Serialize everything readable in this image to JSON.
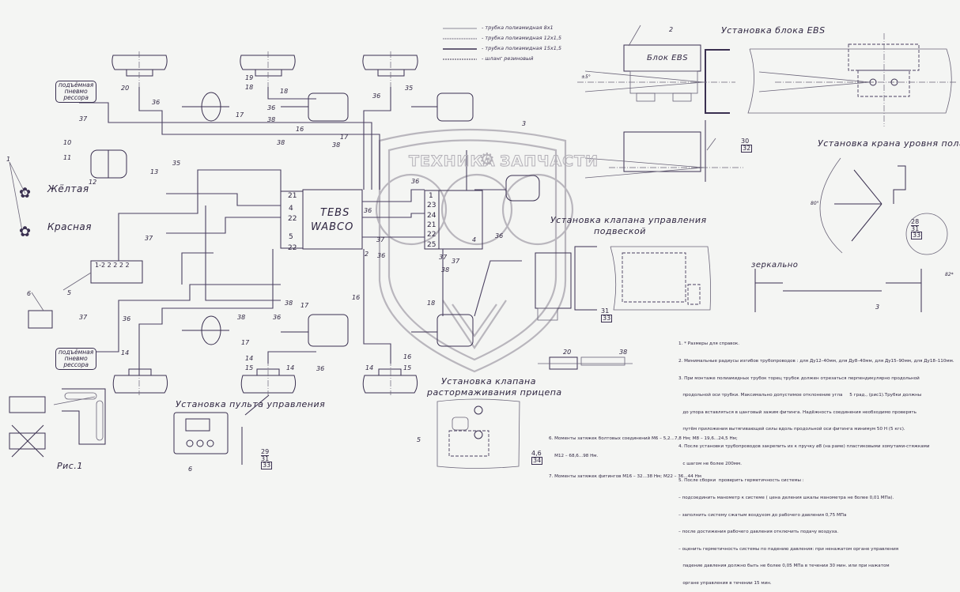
{
  "legend": [
    {
      "style": "thin",
      "label": "- трубка полиамидная 8х1"
    },
    {
      "style": "medium",
      "label": "- трубка полиамидная 12х1,5"
    },
    {
      "style": "thick",
      "label": "- трубка полиамидная 15х1,5"
    },
    {
      "style": "double",
      "label": "- шланг резиновый"
    }
  ],
  "main_schematic": {
    "tebs_module": {
      "line1": "TEBS",
      "line2": "WABCO",
      "ref": "2"
    },
    "tebs_ports_left": [
      "21",
      "4",
      "22",
      "5",
      "22"
    ],
    "valve4_ports": [
      "1",
      "23",
      "24",
      "21",
      "22",
      "25"
    ],
    "coupling_heads": [
      {
        "label": "Жёлтая",
        "ref": "1"
      },
      {
        "label": "Красная",
        "ref": "1"
      }
    ],
    "suspension_badge": [
      "подъёмная",
      "пневмо",
      "рессора"
    ],
    "control_block_ports": "1-2 2 2 2 2",
    "part_numbers": [
      "1",
      "2",
      "3",
      "4",
      "5",
      "6",
      "10",
      "11",
      "12",
      "13",
      "14",
      "15",
      "16",
      "17",
      "18",
      "19",
      "20",
      "35",
      "36",
      "37",
      "38"
    ]
  },
  "sections": {
    "ebs_install": {
      "title": "Установка блока EBS",
      "block_label": "Блок EBS",
      "ref": "2",
      "callout": [
        "30",
        "32"
      ]
    },
    "level_valve_install": {
      "title": "Установка крана уровня пола",
      "callout": [
        "28",
        "31",
        "33"
      ],
      "mirror_label": "зеркально",
      "ref": "3"
    },
    "suspension_valve_install": {
      "title_line1": "Установка клапана управления",
      "title_line2": "подвеской",
      "callout": [
        "31",
        "33"
      ]
    },
    "release_valve_install": {
      "title_line1": "Установка клапана",
      "title_line2": "растормаживания прицепа",
      "ref": "5",
      "callout": [
        "4,6",
        "34"
      ]
    },
    "control_panel_install": {
      "title": "Установка пульта управления",
      "ref": "6",
      "callout": [
        "29",
        "31",
        "33"
      ]
    },
    "figure1": {
      "caption": "Рис.1"
    },
    "hose_detail": {
      "refs": [
        "20",
        "38"
      ]
    }
  },
  "watermark": {
    "text_left": "ТЕХНИКА",
    "text_right": "ЗАПЧАСТИ",
    "logo": "ЭПФ"
  },
  "notes": [
    "1. * Размеры для справок.",
    "2. Минимальные радиусы изгибов трубопроводов : для Ду12–40мм, для Ду8–40мм, для Ду15–90мм, для Ду18–110мм.",
    "3. При монтаже полиамидных трубок торец трубок должен отрезаться перпендикулярно продольной",
    "   продольной оси трубки. Максимально допустимое отклонение угла     5 град., (рис1).Трубки должны",
    "   до упора вставляться в цанговый зажим фитинга. Надёжность соединения необходимо проверять",
    "   путём приложения вытягивающей силы вдоль продольной оси фитинга минимум 50 Н (5 кгс).",
    "4. После установки трубопроводов закрепить их к пручку ø8 (на раме) пластиковыми хомутами-стяжками",
    "   с шагом не более 200мм.",
    "5. После сборки  проверить герметичность системы :",
    "– подсоединить манометр к системе ( цена деления шкалы манометра не более 0,01 МПа).",
    "– заполнить систему сжатым воздухом до рабочего давления 0,75 МПа",
    "– после достижения рабочего давления отключить подачу воздуха.",
    "– оценить герметичность системы по падению давления: при ненажатом органе управления",
    "   падение давления должно быть не более 0,05 МПа в течении 30 мин. или при нажатом",
    "   органе управления в течении 15 мин."
  ],
  "notes_torque": [
    "6. Моменты затяжек болтовых соединений М6 – 5,2...7,8 Нм; М8 – 19,6...24,5 Нм;",
    "    М12 – 68,6...98 Нм.",
    "7. Моменты затяжек фитингов М16 – 32...38 Нм; М22 – 36...44 Нм"
  ],
  "dimensions": {
    "angle_mark": "±5°",
    "level_angle": "80°",
    "level_offset": "82*"
  }
}
